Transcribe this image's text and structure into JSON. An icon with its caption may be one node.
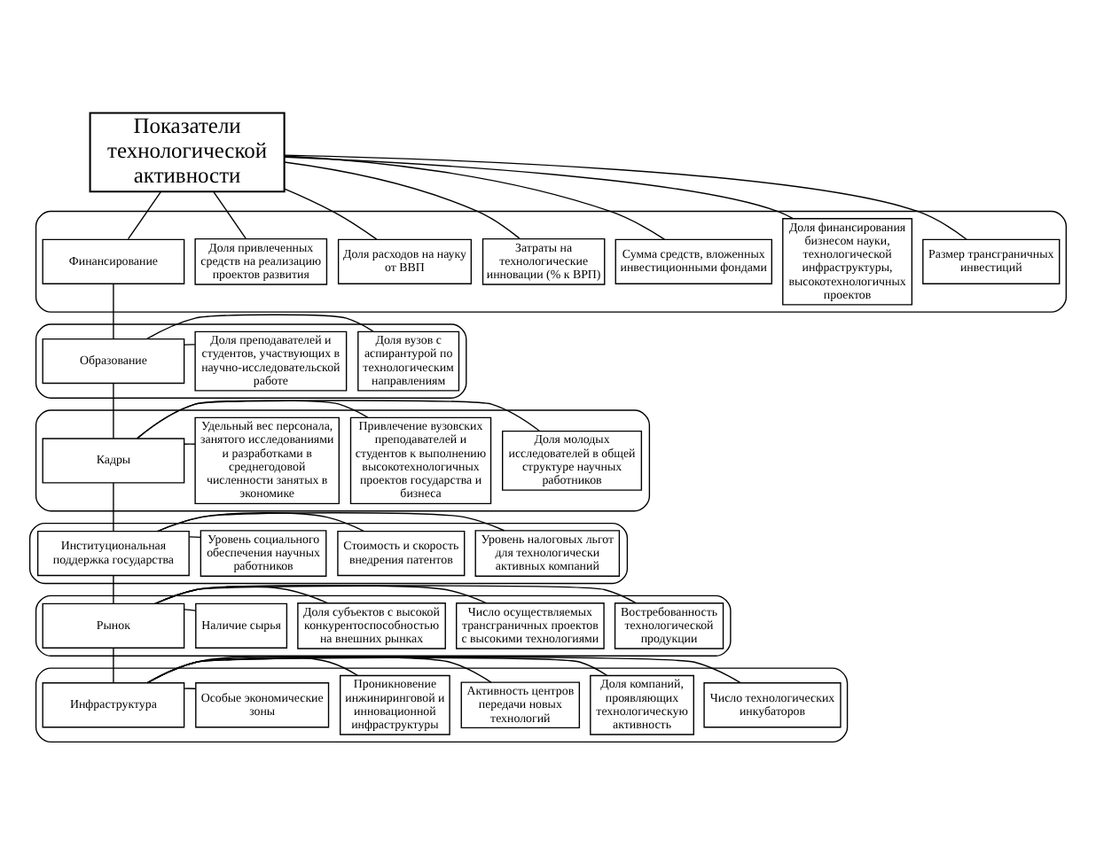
{
  "diagram": {
    "nodes": [
      {
        "text": [
          "Показатели технологической активности"
        ]
      },
      {
        "text": [],
        "shape": "box"
      },
      {
        "text": [
          "Финансирование"
        ],
        "in": 1
      },
      {
        "text": [
          "Доля привлеченных средств на реализацию проектов развития"
        ],
        "in": 1
      },
      {
        "text": [
          "Доля расходов на науку от ВВП"
        ],
        "in": 1
      },
      {
        "text": [
          "Затраты на технологические инновации (% к ВРП)"
        ],
        "in": 1
      },
      {
        "text": [
          "Сумма средств, вложенных инвестиционными фондами"
        ],
        "in": 1
      },
      {
        "text": [
          "Доля финансирования бизнесом науки, технологической инфраструктуры, высокотехнологичных проектов"
        ],
        "in": 1
      },
      {
        "text": [
          "Размер трансграничных инвестиций"
        ],
        "in": 1
      },
      {
        "text": [],
        "shape": "box"
      },
      {
        "text": [
          "Образование"
        ],
        "in": 9
      },
      {
        "text": [
          "Доля преподавателей и студентов, участвующих в научно-исследовательской работе"
        ],
        "in": 9
      },
      {
        "text": [
          "Доля вузов с аспирантурой по технологическим направлениям"
        ],
        "in": 9
      },
      {
        "text": [],
        "shape": "box"
      },
      {
        "text": [
          "Кадры"
        ],
        "in": 13
      },
      {
        "text": [
          "Удельный вес персонала, занятого исследованиями и разработками в среднегодовой численности занятых в экономике"
        ],
        "in": 13
      },
      {
        "text": [
          "Привлечение вузовских преподавателей и студентов к выполнению высокотехнологичных проектов государства и бизнеса"
        ],
        "in": 13
      },
      {
        "text": [
          "Доля молодых исследователей в общей структуре научных работников"
        ],
        "in": 13
      },
      {
        "text": [],
        "shape": "box"
      },
      {
        "text": [
          "Институциональная поддержка государства"
        ],
        "in": 18
      },
      {
        "text": [
          "Уровень социального обеспечения научных работников"
        ],
        "in": 18
      },
      {
        "text": [
          "Стоимость и скорость внедрения патентов"
        ],
        "in": 18
      },
      {
        "text": [
          "Уровень налоговых льгот для технологически активных компаний"
        ],
        "in": 18
      },
      {
        "text": [],
        "shape": "box"
      },
      {
        "text": [
          "Рынок"
        ],
        "in": 23
      },
      {
        "text": [
          "Наличие сырья"
        ],
        "in": 23
      },
      {
        "text": [
          "Доля субъектов с высокой конкурентоспособностью на внешних рынках"
        ],
        "in": 23
      },
      {
        "text": [
          "Число осуществляемых трансграничных проектов с высокими технологиями"
        ],
        "in": 23
      },
      {
        "text": [
          "Востребованность технологической продукции"
        ],
        "in": 23
      },
      {
        "text": [],
        "shape": "box"
      },
      {
        "text": [
          "Инфраструктура"
        ],
        "in": 29
      },
      {
        "text": [
          "Особые экономические зоны"
        ],
        "in": 29
      },
      {
        "text": [
          "Проникновение инжиниринговой и инновационной инфраструктуры"
        ],
        "in": 29
      },
      {
        "text": [
          "Активность центров передачи новых технологий"
        ],
        "in": 29
      },
      {
        "text": [
          "Доля компаний, проявляющих технологическую активность"
        ],
        "in": 29
      },
      {
        "text": [
          "Число технологических инкубаторов"
        ],
        "in": 29
      }
    ],
    "edges": [
      {
        "from": 0,
        "to": 2,
        "arrow": "none"
      },
      {
        "from": 0,
        "to": 3,
        "arrow": "none"
      },
      {
        "from": 0,
        "to": 4,
        "arrow": "none"
      },
      {
        "from": 0,
        "to": 5,
        "arrow": "none"
      },
      {
        "from": 0,
        "to": 6,
        "arrow": "none"
      },
      {
        "from": 0,
        "to": 7,
        "arrow": "none"
      },
      {
        "from": 0,
        "to": 8,
        "arrow": "none"
      },
      {
        "from": 2,
        "to": 10,
        "arrow": "none"
      },
      {
        "from": 10,
        "to": 11,
        "arrow": "none"
      },
      {
        "from": 10,
        "to": 12,
        "arrow": "none"
      },
      {
        "from": 10,
        "to": 14,
        "arrow": "none"
      },
      {
        "from": 14,
        "to": 15,
        "arrow": "none"
      },
      {
        "from": 14,
        "to": 16,
        "arrow": "none"
      },
      {
        "from": 14,
        "to": 17,
        "arrow": "none"
      },
      {
        "from": 14,
        "to": 19,
        "arrow": "none"
      },
      {
        "from": 19,
        "to": 20,
        "arrow": "none"
      },
      {
        "from": 19,
        "to": 21,
        "arrow": "none"
      },
      {
        "from": 19,
        "to": 22,
        "arrow": "none"
      },
      {
        "from": 19,
        "to": 24,
        "arrow": "none"
      },
      {
        "from": 24,
        "to": 25,
        "arrow": "none"
      },
      {
        "from": 24,
        "to": 26,
        "arrow": "none"
      },
      {
        "from": 24,
        "to": 27,
        "arrow": "none"
      },
      {
        "from": 24,
        "to": 28,
        "arrow": "none"
      },
      {
        "from": 24,
        "to": 30,
        "arrow": "none"
      },
      {
        "from": 30,
        "to": 31,
        "arrow": "none"
      },
      {
        "from": 30,
        "to": 32,
        "arrow": "none"
      },
      {
        "from": 30,
        "to": 33,
        "arrow": "none"
      },
      {
        "from": 30,
        "to": 34,
        "arrow": "none"
      },
      {
        "from": 30,
        "to": 35,
        "arrow": "none"
      }
    ]
  }
}
